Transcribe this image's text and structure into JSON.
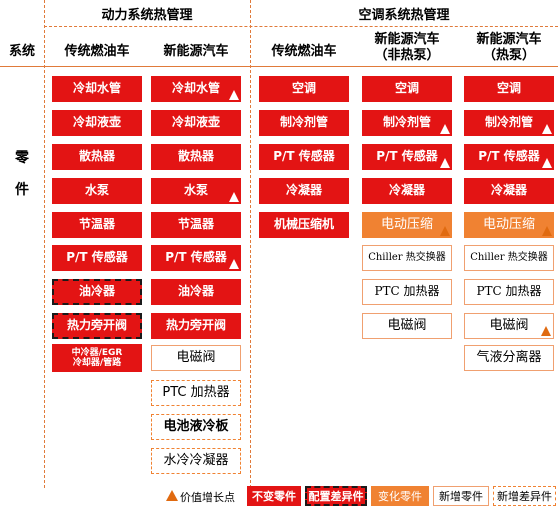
{
  "headers": {
    "power_group": "动力系统热管理",
    "ac_group": "空调系统热管理",
    "system": "系统",
    "traditional": "传统燃油车",
    "nev": "新能源汽车",
    "nev_nonhp_line1": "新能源汽车",
    "nev_nonhp_line2": "（非热泵）",
    "nev_hp_line1": "新能源汽车",
    "nev_hp_line2": "（热泵）"
  },
  "row_label": "零\n\n件",
  "power_traditional": [
    "冷却水管",
    "冷却液壶",
    "散热器",
    "水泵",
    "节温器",
    "P/T 传感器",
    "油冷器",
    "热力旁开阀",
    "中冷器/EGR\n冷却器/管路"
  ],
  "power_nev": [
    "冷却水管",
    "冷却液壶",
    "散热器",
    "水泵",
    "节温器",
    "P/T 传感器",
    "油冷器",
    "热力旁开阀",
    "电磁阀",
    "PTC 加热器",
    "电池液冷板",
    "水冷冷凝器"
  ],
  "ac_traditional": [
    "空调",
    "制冷剂管",
    "P/T 传感器",
    "冷凝器",
    "机械压缩机"
  ],
  "ac_nonhp": [
    "空调",
    "制冷剂管",
    "P/T 传感器",
    "冷凝器",
    "电动压缩",
    "Chiller 热交换器",
    "PTC 加热器",
    "电磁阀"
  ],
  "ac_hp": [
    "空调",
    "制冷剂管",
    "P/T 传感器",
    "冷凝器",
    "电动压缩",
    "Chiller 热交换器",
    "PTC 加热器",
    "电磁阀",
    "气液分离器"
  ],
  "legend": {
    "value_growth": "价值增长点",
    "unchanged": "不变零件",
    "config_diff": "配置差异件",
    "changed": "变化零件",
    "new_part": "新增零件",
    "new_diff": "新增差异件"
  },
  "colors": {
    "unchanged": "#e31414",
    "changed": "#f08232",
    "border": "#e07a3a",
    "triangle": "#e06a10"
  }
}
